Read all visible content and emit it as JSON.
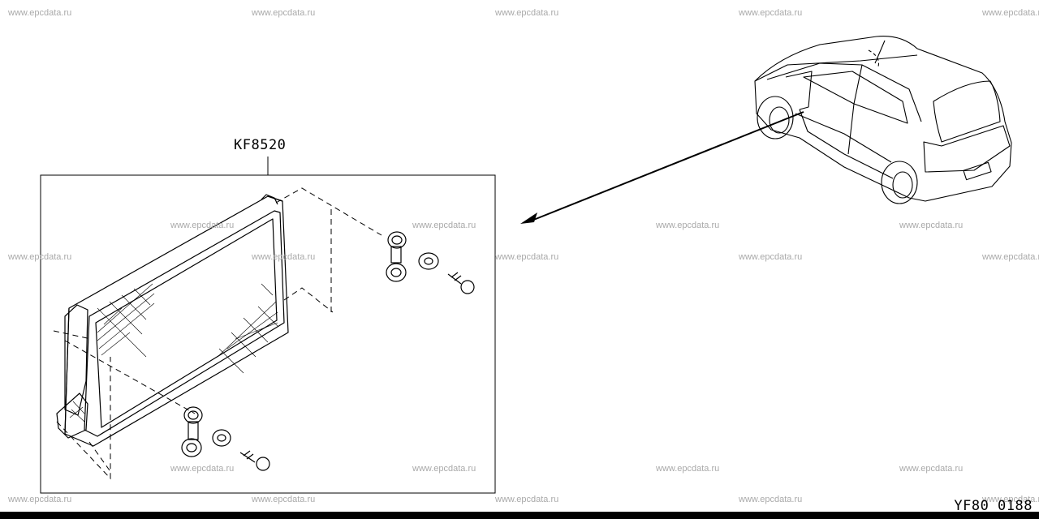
{
  "watermark": "www.epcdata.ru",
  "part_label": "KF8520",
  "diagram_code": "YF80 0188"
}
